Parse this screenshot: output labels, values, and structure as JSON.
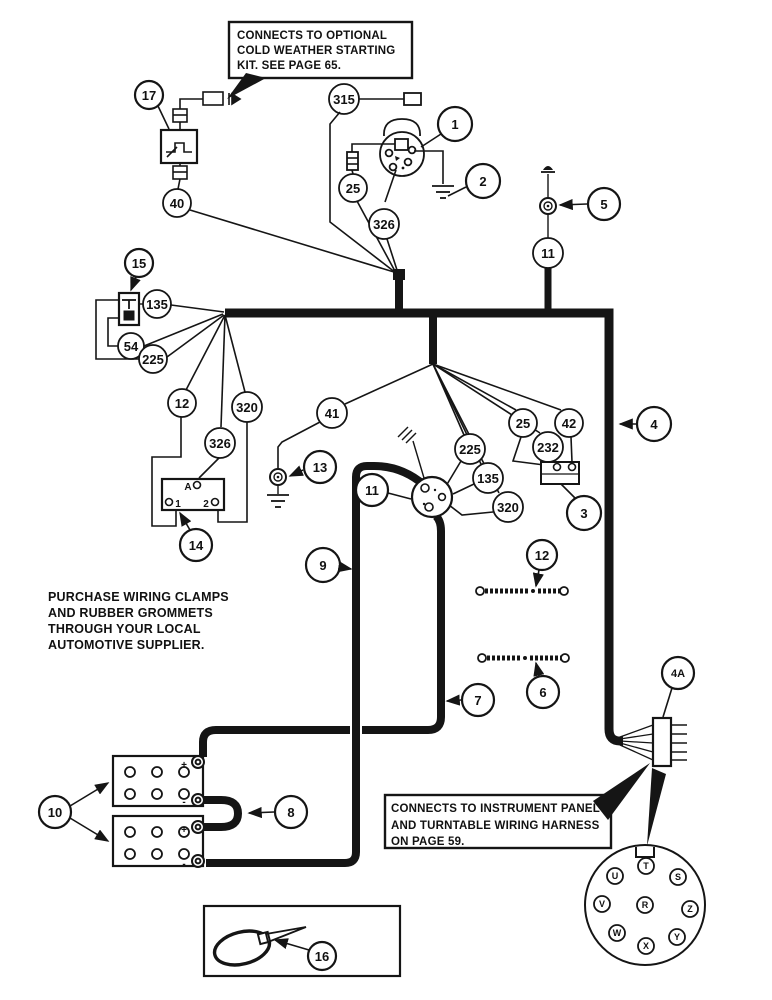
{
  "labels": {
    "p17": "17",
    "w40": "40",
    "w315": "315",
    "p1": "1",
    "p2": "2",
    "w25a": "25",
    "w326a": "326",
    "p5": "5",
    "w11": "11",
    "p15": "15",
    "w135a": "135",
    "w54": "54",
    "w225a": "225",
    "w12": "12",
    "w320a": "320",
    "w326b": "326",
    "p14": "14",
    "p13": "13",
    "w41": "41",
    "p11": "11",
    "w225b": "225",
    "w135b": "135",
    "w320b": "320",
    "w25b": "25",
    "w232": "232",
    "w42": "42",
    "p3": "3",
    "p4": "4",
    "p9": "9",
    "p12": "12",
    "p6": "6",
    "p7": "7",
    "p4a": "4A",
    "p10": "10",
    "p8": "8",
    "p16": "16"
  },
  "texts": {
    "cold_weather": [
      "CONNECTS TO OPTIONAL",
      "COLD WEATHER STARTING",
      "KIT. SEE PAGE 65."
    ],
    "supplier": [
      "PURCHASE WIRING CLAMPS",
      "AND RUBBER GROMMETS",
      "THROUGH YOUR LOCAL",
      "AUTOMOTIVE SUPPLIER."
    ],
    "instrument": [
      "CONNECTS TO INSTRUMENT PANEL",
      "AND TURNTABLE WIRING HARNESS",
      "ON PAGE 59."
    ]
  },
  "pins": {
    "t": "T",
    "u": "U",
    "s": "S",
    "v": "V",
    "r": "R",
    "z": "Z",
    "w": "W",
    "x": "X",
    "y": "Y"
  },
  "relay14": {
    "a": "A",
    "t1": "1",
    "t2": "2"
  },
  "polarity": {
    "b1_top": "+",
    "b1_bot": "-",
    "b2_top": "+",
    "b2_bot": "-"
  },
  "colors": {
    "ink": "#151515",
    "paper": "#ffffff"
  }
}
